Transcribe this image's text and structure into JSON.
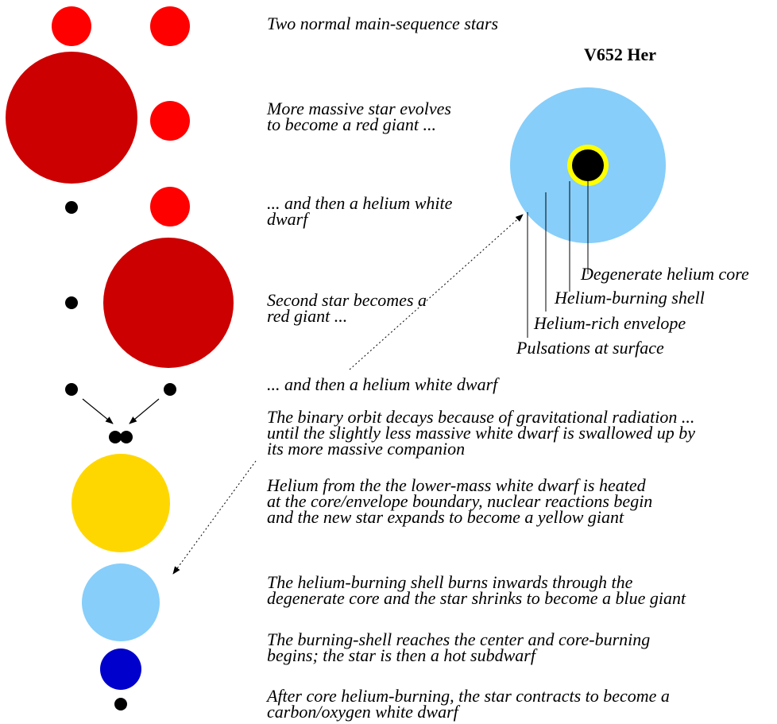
{
  "diagram": {
    "colors": {
      "main_sequence_red": "#ff0000",
      "red_giant": "#cc0000",
      "white_dwarf": "#000000",
      "yellow_giant": "#ffd700",
      "blue_giant": "#87cefa",
      "hot_subdwarf": "#0000cc",
      "helium_shell": "#ffff00"
    },
    "captions": [
      "Two normal main-sequence stars",
      "More massive star evolves\nto become a red giant ...",
      "... and then a helium white\ndwarf",
      "Second star becomes a\nred giant ...",
      "... and then a helium white dwarf",
      "The binary orbit decays because of gravitational radiation ...\nuntil the slightly less massive white dwarf is swallowed up by\nits more massive companion",
      "Helium from the the lower-mass white dwarf is heated\nat the core/envelope boundary, nuclear reactions begin\nand the new star expands to become a yellow giant",
      "The helium-burning shell burns inwards through the\ndegenerate core and the star shrinks to become a blue giant",
      "The burning-shell reaches the center and core-burning\nbegins; the star is then a hot subdwarf",
      "After core helium-burning, the star contracts to become a\ncarbon/oxygen white dwarf"
    ],
    "inset": {
      "title": "V652 Her",
      "labels": {
        "core": "Degenerate helium core",
        "shell": "Helium-burning shell",
        "envelope": "Helium-rich envelope",
        "surface": "Pulsations at surface"
      }
    }
  }
}
